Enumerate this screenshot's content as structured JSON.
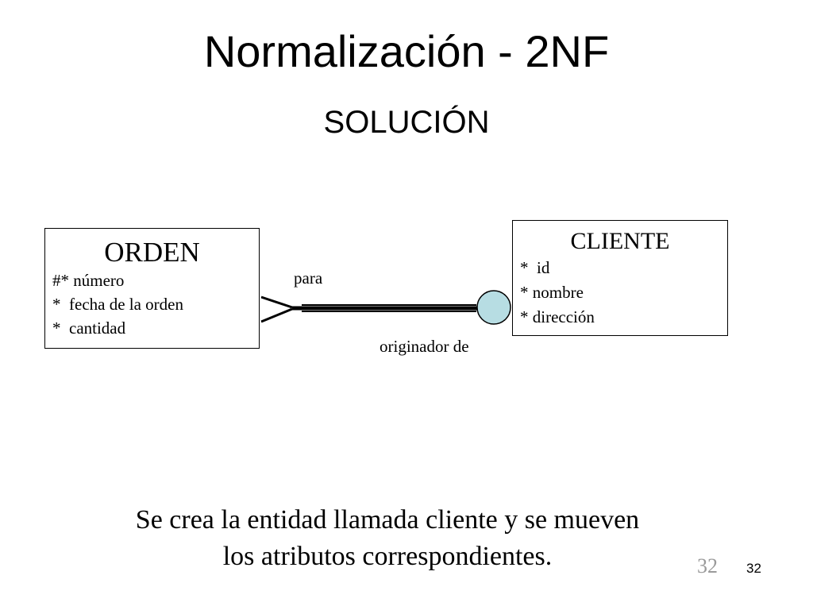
{
  "slide": {
    "title": "Normalización - 2NF",
    "subtitle": "SOLUCIÓN",
    "caption_line1": "Se crea la entidad llamada cliente y se mueven",
    "caption_line2": "los atributos correspondientes.",
    "page_number_footer": "32",
    "page_number_corner": "32"
  },
  "diagram": {
    "entities": [
      {
        "name": "ORDEN",
        "attributes": [
          "#* número",
          "*  fecha de la orden",
          "*  cantidad"
        ]
      },
      {
        "name": "CLIENTE",
        "attributes": [
          "*  id",
          "* nombre",
          "* dirección"
        ]
      }
    ],
    "relationship": {
      "label_from_orden": "para",
      "label_from_cliente": "originador de",
      "colors": {
        "line": "#000000",
        "optional_circle_fill": "#b7dde3"
      }
    }
  }
}
